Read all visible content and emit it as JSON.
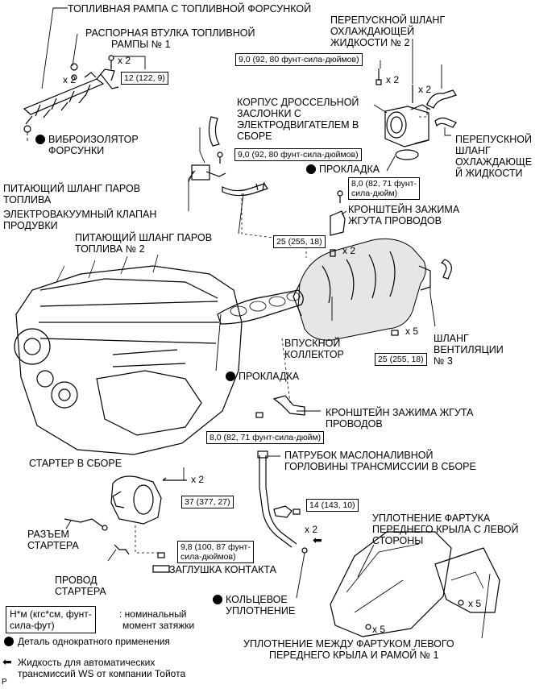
{
  "labels": {
    "fuel_rail": "ТОПЛИВНАЯ РАМПА С ТОПЛИВНОЙ ФОРСУНКОЙ",
    "spacer_l1": "РАСПОРНАЯ ВТУЛКА ТОПЛИВНОЙ",
    "spacer_l2": "РАМПЫ № 1",
    "insulator_l1": "ВИБРОИЗОЛЯТОР",
    "insulator_l2": "ФОРСУНКИ",
    "bypass2_l1": "ПЕРЕПУСКНОЙ ШЛАНГ",
    "bypass2_l2": "ОХЛАЖДАЮЩЕЙ",
    "bypass2_l3": "ЖИДКОСТИ № 2",
    "throttle_l1": "КОРПУС ДРОССЕЛЬНОЙ",
    "throttle_l2": "ЗАСЛОНКИ С",
    "throttle_l3": "ЭЛЕКТРОДВИГАТЕЛЕМ В",
    "throttle_l4": "СБОРЕ",
    "bypass_l1": "ПЕРЕПУСКНОЙ",
    "bypass_l2": "ШЛАНГ",
    "bypass_l3": "ОХЛАЖДАЮЩЕ",
    "bypass_l4": "Й ЖИДКОСТИ",
    "gasket_top": "ПРОКЛАДКА",
    "vapor_l1": "ПИТАЮЩИЙ ШЛАНГ ПАРОВ",
    "vapor_l2": "ТОПЛИВА",
    "purge_l1": "ЭЛЕКТРОВАКУУМНЫЙ КЛАПАН",
    "purge_l2": "ПРОДУВКИ",
    "vapor2_l1": "ПИТАЮЩИЙ ШЛАНГ ПАРОВ",
    "vapor2_l2": "ТОПЛИВА № 2",
    "bracket_top_l1": "КРОНШТЕЙН ЗАЖИМА",
    "bracket_top_l2": "ЖГУТА ПРОВОДОВ",
    "vent_l1": "ШЛАНГ",
    "vent_l2": "ВЕНТИЛЯЦИИ",
    "vent_l3": "№ 3",
    "intake_l1": "ВПУСКНОЙ",
    "intake_l2": "КОЛЛЕКТОР",
    "gasket_mid": "ПРОКЛАДКА",
    "bracket_low_l1": "КРОНШТЕЙН ЗАЖИМА ЖГУТА",
    "bracket_low_l2": "ПРОВОДОВ",
    "starter": "СТАРТЕР В СБОРЕ",
    "filler_l1": "ПАТРУБОК МАСЛОНАЛИВНОЙ",
    "filler_l2": "ГОРЛОВИНЫ ТРАНСМИССИИ В СБОРЕ",
    "connector_l1": "РАЗЪЕМ",
    "connector_l2": "СТАРТЕРА",
    "wire_l1": "ПРОВОД",
    "wire_l2": "СТАРТЕРА",
    "cap": "ЗАГЛУШКА КОНТАКТА",
    "oring_l1": "КОЛЬЦЕВОЕ",
    "oring_l2": "УПЛОТНЕНИЕ",
    "fender_seal_l1": "УПЛОТНЕНИЕ ФАРТУКА",
    "fender_seal_l2": "ПЕРЕДНЕГО КРЫЛА С ЛЕВОЙ",
    "fender_seal_l3": "СТОРОНЫ",
    "frame_seal_l1": "УПЛОТНЕНИЕ МЕЖДУ ФАРТУКОМ ЛЕВОГО",
    "frame_seal_l2": "ПЕРЕДНЕГО КРЫЛА И РАМОЙ № 1",
    "corner": "P"
  },
  "torques": {
    "t_rail": "12 (122, 9)",
    "t_bypass": "9,0 (92, 80 фунт-сила-дюймов)",
    "t_throttle": "9,0 (92, 80 фунт-сила-дюймов)",
    "t_bracket_top_l1": "8,0 (82, 71 фунт-",
    "t_bracket_top_l2": "сила-дюйм)",
    "t_manifold_top": "25 (255, 18)",
    "t_manifold_bottom": "25 (255, 18)",
    "t_bracket_low": "8,0 (82, 71 фунт-сила-дюйм)",
    "t_starter": "37 (377, 27)",
    "t_filler": "14 (143, 10)",
    "t_cap_l1": "9,8 (100, 87 фунт-",
    "t_cap_l2": "сила-дюймов)"
  },
  "counts": {
    "c_rail_bolt": "x 2",
    "c_spacer": "x 2",
    "c_bypass": "x 2",
    "c_bypass_right": "x 2",
    "c_manifold_nut": "x 2",
    "c_manifold_bolt": "x 5",
    "c_starter": "x 2",
    "c_filler": "x 2",
    "c_fender": "x 5",
    "c_frame": "x 5"
  },
  "legend": {
    "box_l1": "Н*м (кгс*см, фунт-",
    "box_l2": "сила-фут)",
    "box_desc_l1": ": номинальный",
    "box_desc_l2": "момент затяжки",
    "single_use": "Деталь однократного применения",
    "fluid_l1": "Жидкость для автоматических",
    "fluid_l2": "трансмиссий WS от компании Тойота"
  }
}
